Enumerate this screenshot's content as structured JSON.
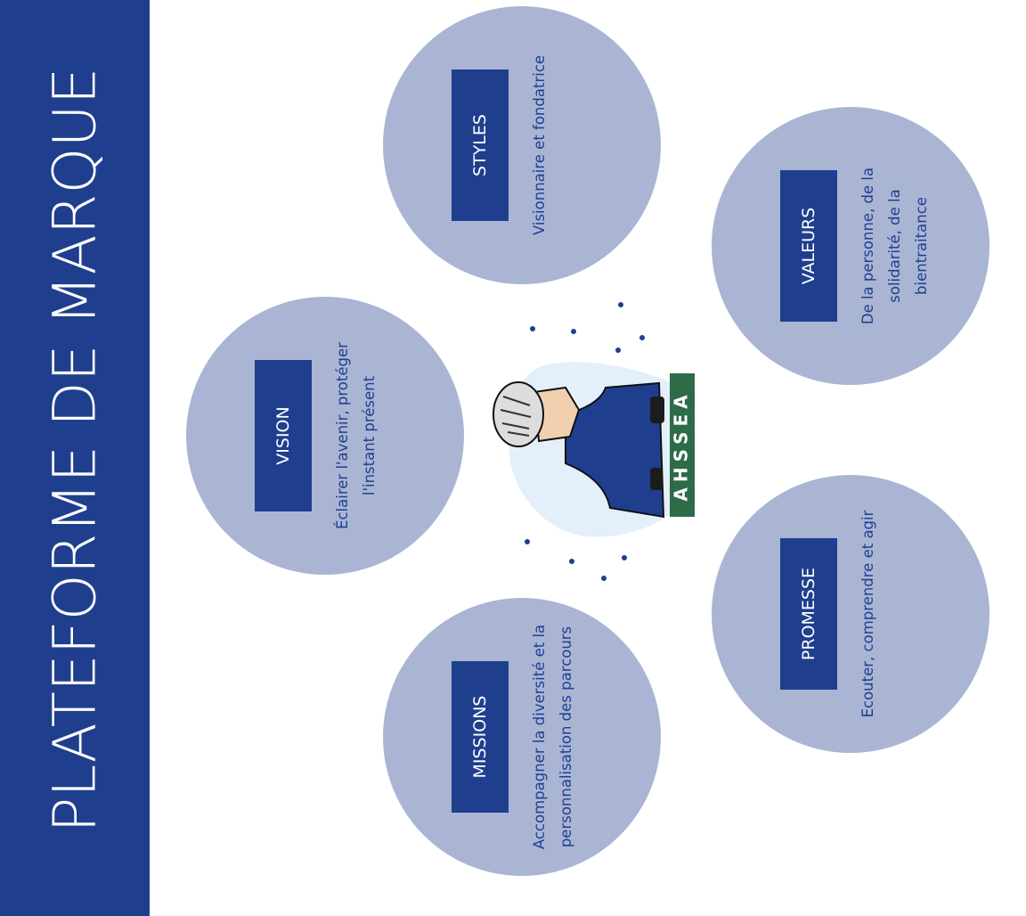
{
  "title": "PLATEFORME DE MARQUE",
  "logo_text": "AHSSEA",
  "colors": {
    "primary": "#1f3f8e",
    "circle": "#aab5d4",
    "logo_green": "#2e6b47"
  },
  "pillars": [
    {
      "label": "STYLES",
      "description": "Visionnaire et fondatrice"
    },
    {
      "label": "VALEURS",
      "description": "De la personne, de la solidarité, de la bientraitance"
    },
    {
      "label": "VISION",
      "description": "Éclairer l'avenir, protéger l'instant présent"
    },
    {
      "label": "PROMESSE",
      "description": "Ecouter, comprendre et agir"
    },
    {
      "label": "MISSIONS",
      "description": "Accompagner la diversité et la personnalisation des parcours"
    }
  ]
}
